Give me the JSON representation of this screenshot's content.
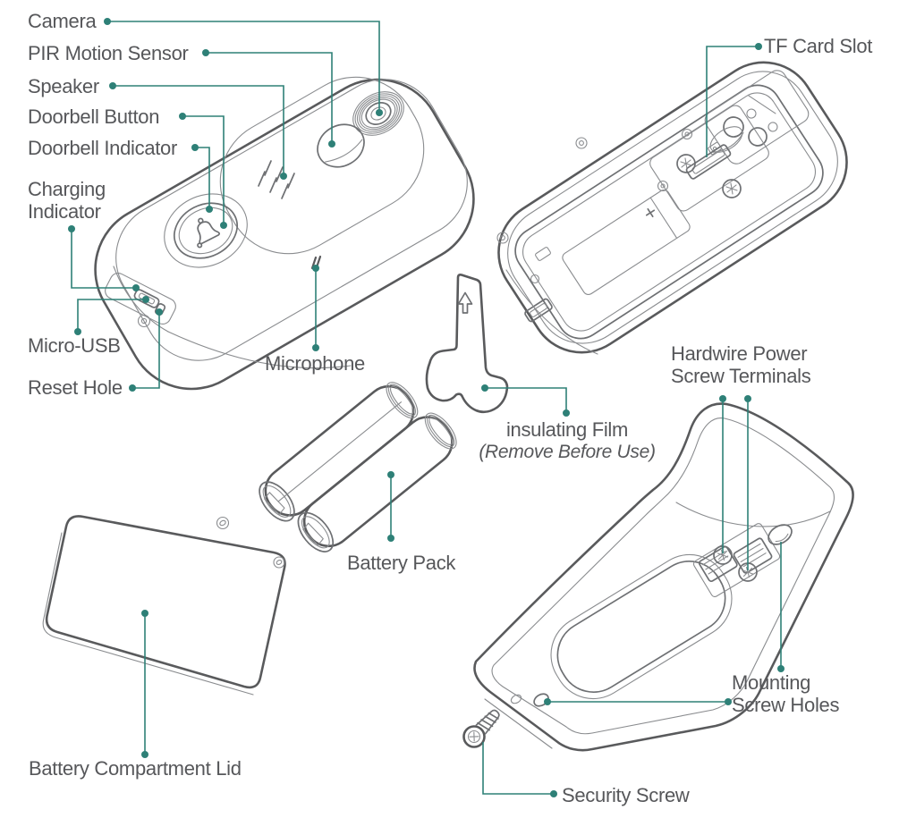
{
  "colors": {
    "leader_line": "#2E8077",
    "outline_dark": "#595A5C",
    "outline_light": "#8A8C8F",
    "label_text": "#56575A"
  },
  "front_view": {
    "labels": {
      "camera": "Camera",
      "pir_motion_sensor": "PIR Motion Sensor",
      "speaker": "Speaker",
      "doorbell_button": "Doorbell Button",
      "doorbell_indicator": "Doorbell Indicator",
      "charging_indicator": [
        "Charging",
        "Indicator"
      ],
      "micro_usb": "Micro-USB",
      "reset_hole": "Reset Hole",
      "microphone": "Microphone"
    }
  },
  "back_view": {
    "labels": {
      "tf_card_slot": "TF Card Slot"
    }
  },
  "accessories": {
    "labels": {
      "insulating_film": "insulating Film",
      "insulating_film_note": "(Remove Before Use)",
      "battery_pack": "Battery Pack",
      "battery_compartment_lid": "Battery Compartment Lid"
    }
  },
  "mounting_bracket": {
    "labels": {
      "hardwire_power_screw_terminals": [
        "Hardwire Power",
        "Screw Terminals"
      ],
      "mounting_screw_holes": [
        "Mounting",
        "Screw Holes"
      ],
      "security_screw": "Security Screw"
    }
  }
}
